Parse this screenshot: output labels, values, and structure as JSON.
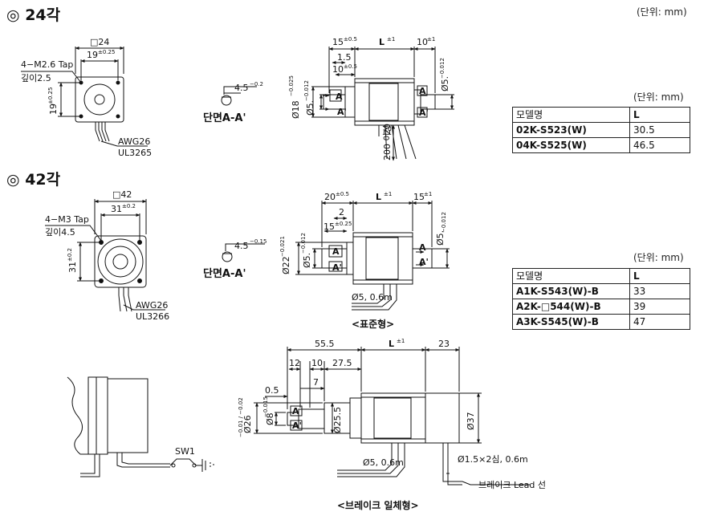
{
  "section24": {
    "title": "◎ 24각",
    "unit_top": "(단위: mm)",
    "square": "□24",
    "dim19": "19",
    "tol19": "±0.25",
    "dim19v": "19",
    "tol19v": "±0.25",
    "tap": "4−M2.6 Tap",
    "depth": "깊이2.5",
    "awg": "AWG26",
    "ul": "UL3265",
    "section_dim": "4.5",
    "section_tol": "−0.2",
    "section_label": "단면A-A'",
    "d15": "15",
    "d15t": "±0.5",
    "L": "L",
    "Lt": "±1",
    "d10r": "10",
    "d10rt": "±1",
    "d1_5": "1.5",
    "d10": "10",
    "d10t": "±0.5",
    "dia18": "Ø18",
    "dia18t": "−0.025",
    "dia5": "Ø5.",
    "dia5t": "−0.012",
    "dia5r": "Ø5.",
    "dia5rt": "−0.012",
    "len200": "200 이상",
    "n20": "20",
    "A": "A",
    "Ap": "A'"
  },
  "table24": {
    "unit": "(단위: mm)",
    "header": [
      "모델명",
      "L"
    ],
    "rows": [
      [
        "02K-S523(W)",
        "30.5"
      ],
      [
        "04K-S525(W)",
        "46.5"
      ]
    ]
  },
  "section42": {
    "title": "◎ 42각",
    "square": "□42",
    "dim31": "31",
    "tol31": "±0.2",
    "dim31v": "31",
    "tol31v": "±0.2",
    "tap": "4−M3 Tap",
    "depth": "깊이4.5",
    "awg": "AWG26",
    "ul": "UL3266",
    "section_dim": "4.5",
    "section_tol": "−0.15",
    "section_label": "단면A-A'",
    "d20": "20",
    "d20t": "±0.5",
    "L": "L",
    "Lt": "±1",
    "d15r": "15",
    "d15rt": "±1",
    "d2": "2",
    "d15": "15",
    "d15t": "±0.25",
    "dia22": "Ø22",
    "dia22t": "−0.021",
    "dia5": "Ø5.",
    "dia5t": "−0.012",
    "dia5r": "Ø5.",
    "dia5rt": "−0.012",
    "cable": "Ø5, 0.6m",
    "caption": "<표준형>",
    "A": "A",
    "Ap": "A'"
  },
  "table42": {
    "unit": "(단위: mm)",
    "header": [
      "모델명",
      "L"
    ],
    "rows": [
      [
        "A1K-S543(W)-B",
        "33"
      ],
      [
        "A2K-□544(W)-B",
        "39"
      ],
      [
        "A3K-S545(W)-B",
        "47"
      ]
    ]
  },
  "brake": {
    "d55": "55.5",
    "L": "L",
    "Lt": "±1",
    "d23": "23",
    "d12": "12",
    "d10": "10",
    "d27": "27.5",
    "d7": "7",
    "d05": "0.5",
    "dia26": "Ø26",
    "dia26t": "−0.01 / −0.02",
    "dia8": "Ø8",
    "dia8t": "−0.015",
    "dia25": "Ø25.5",
    "dia37": "Ø37",
    "cable": "Ø5, 0.6m",
    "lead": "Ø1.5×2심, 0.6m",
    "lead_label": "브레이크 Lead 선",
    "sw": "SW1",
    "caption": "<브레이크 일체형>",
    "A": "A",
    "Ap": "A'"
  }
}
